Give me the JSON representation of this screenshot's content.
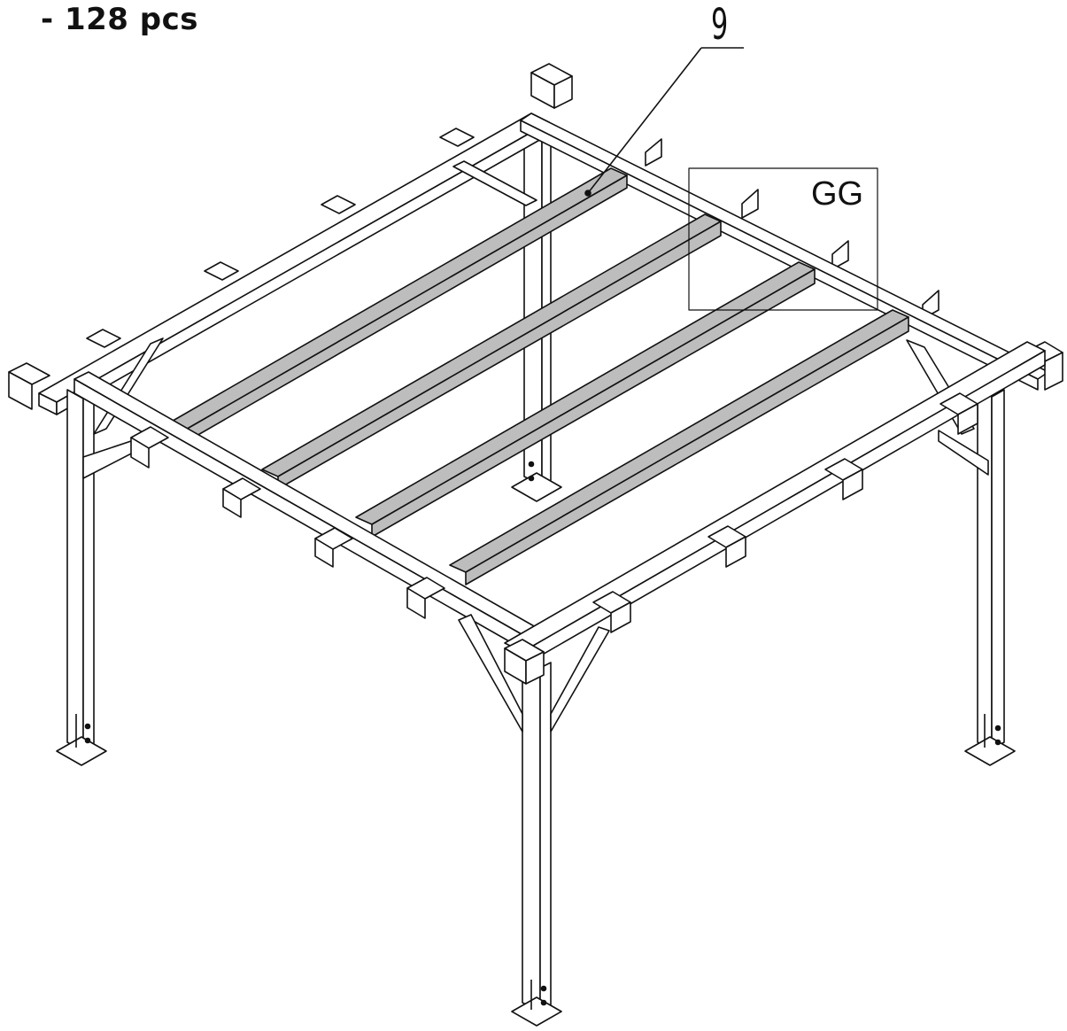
{
  "quantity_text": "- 128 pcs",
  "callout": {
    "part_number": "9"
  },
  "detail": {
    "label": "GG"
  },
  "colors": {
    "highlighted_beam": "#bdbdbd",
    "line": "#111111",
    "background": "#ffffff"
  }
}
